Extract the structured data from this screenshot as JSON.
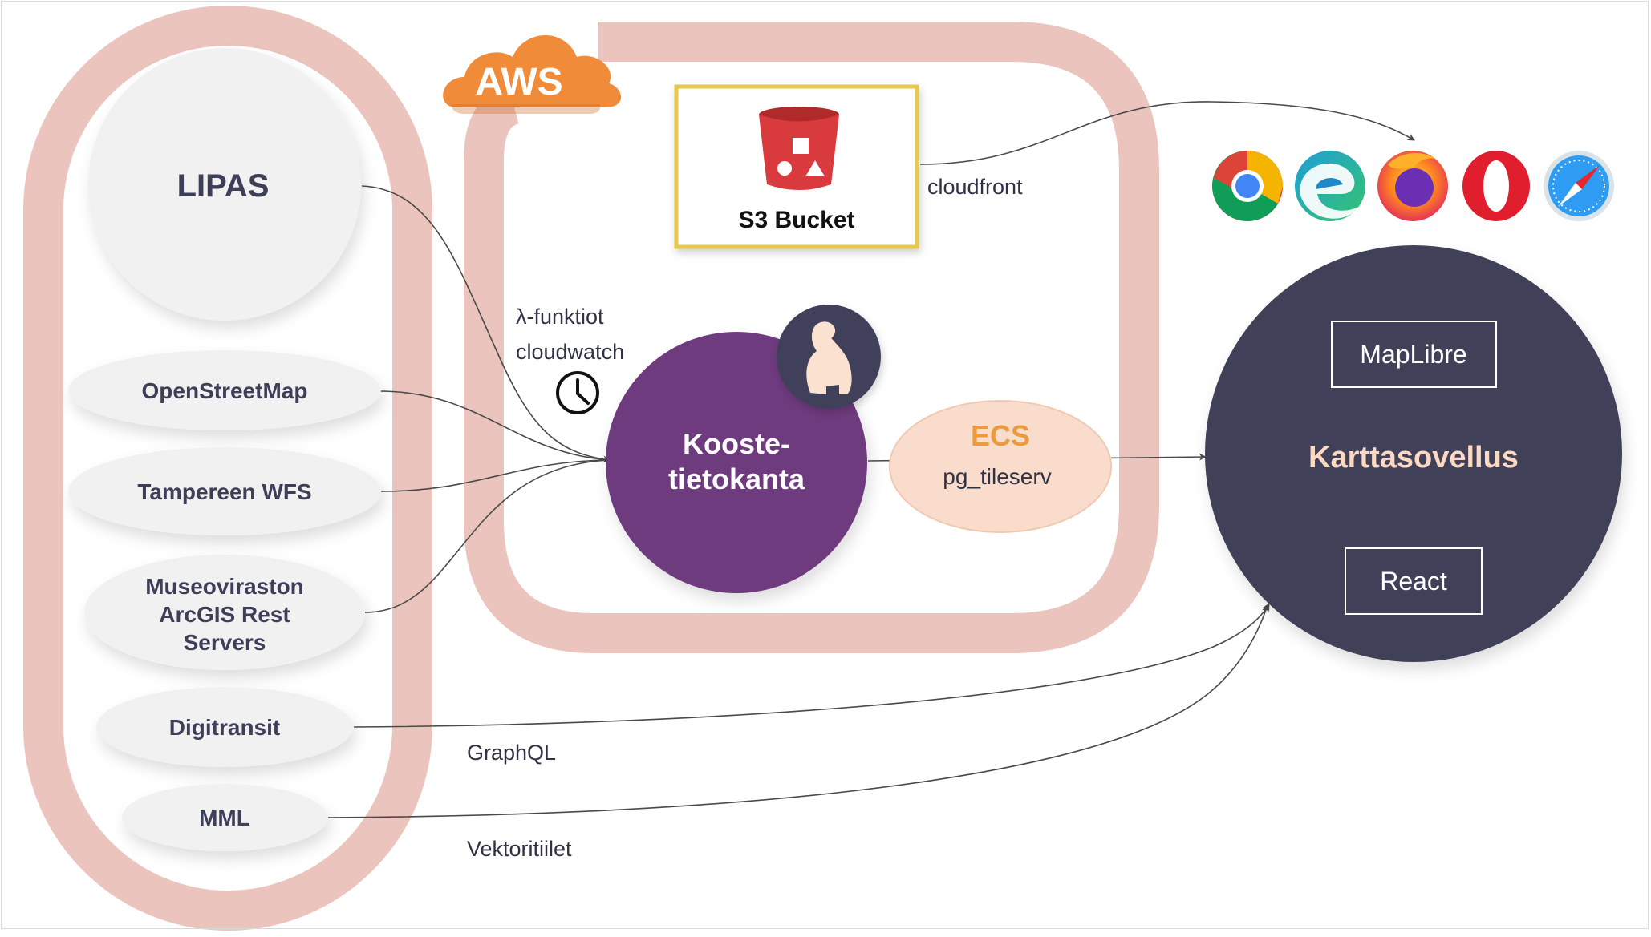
{
  "sources": {
    "lipas": "LIPAS",
    "osm": "OpenStreetMap",
    "tampere": "Tampereen WFS",
    "museo_line1": "Museoviraston",
    "museo_line2": "ArcGIS Rest",
    "museo_line3": "Servers",
    "digitransit": "Digitransit",
    "mml": "MML"
  },
  "aws": {
    "logo": "AWS",
    "s3_label": "S3 Bucket",
    "lambda_label": "λ-funktiot",
    "cloudwatch_label": "cloudwatch",
    "db_line1": "Kooste-",
    "db_line2": "tietokanta",
    "ecs_title": "ECS",
    "ecs_sub": "pg_tileserv"
  },
  "edges": {
    "cloudfront": "cloudfront",
    "graphql": "GraphQL",
    "vector_tiles": "Vektoritiilet"
  },
  "client": {
    "app": "Karttasovellus",
    "maplibre": "MapLibre",
    "react": "React"
  },
  "colors": {
    "container": "#ebc4be",
    "source_bubble": "#f1f1f1",
    "source_text": "#3d3f58",
    "database": "#6e3b7e",
    "postgres_badge": "#3f405a",
    "ecs_fill": "#f9dccb",
    "ecs_text": "#eb9a3e",
    "client_circle": "#3f4059",
    "client_text": "#fcd9c3",
    "aws_orange": "#f08b3a",
    "s3_red": "#d83a3d",
    "s3_frame": "#e6c94d",
    "connector": "#4a4a4a"
  },
  "icons": [
    "clock-icon",
    "postgres-elephant-icon",
    "s3-bucket-icon",
    "chrome-icon",
    "edge-icon",
    "firefox-icon",
    "opera-icon",
    "safari-icon"
  ]
}
